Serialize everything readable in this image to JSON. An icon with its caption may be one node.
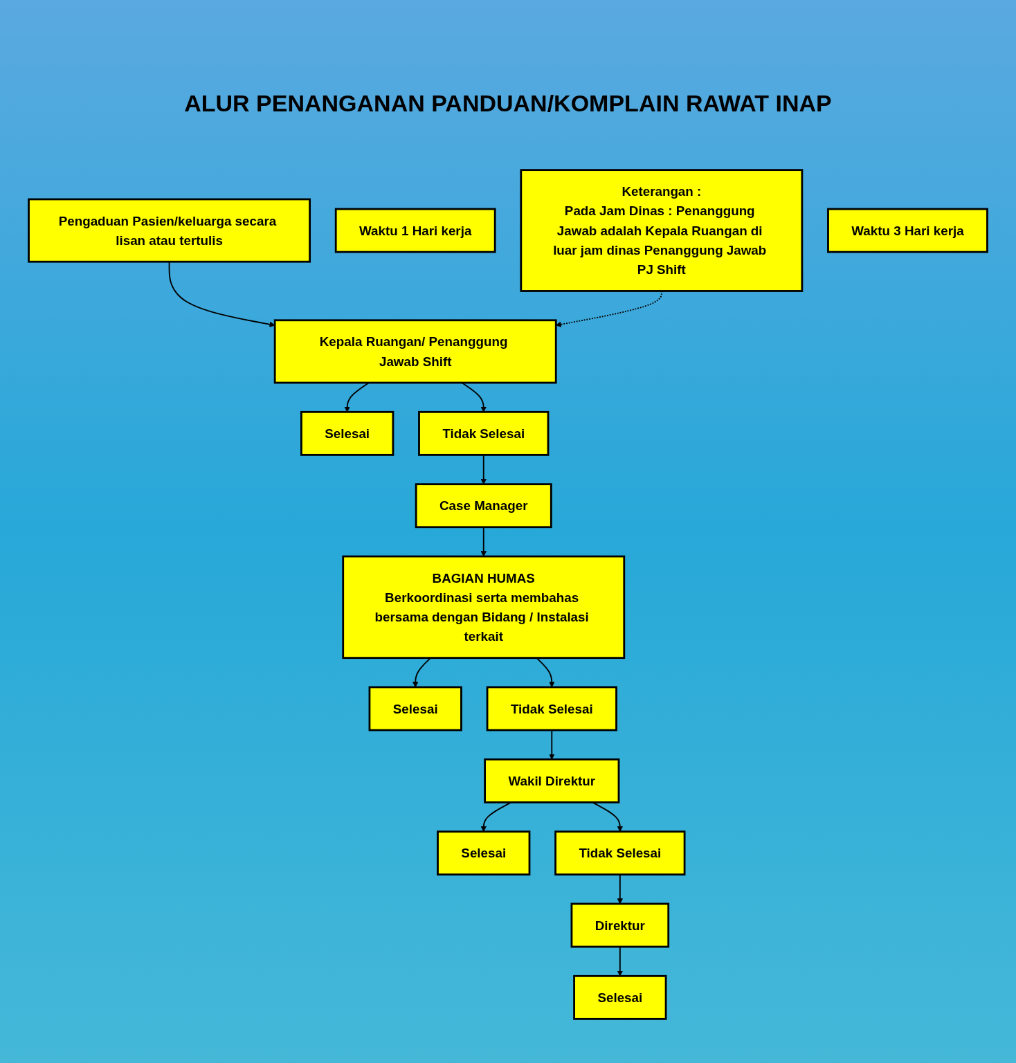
{
  "diagram": {
    "title": "ALUR PENANGANAN PANDUAN/KOMPLAIN RAWAT INAP",
    "nodes": [
      {
        "text": [
          "Pengaduan Pasien/keluarga secara lisan atau tertulis"
        ]
      },
      {
        "text": [
          "Kepala Ruangan/ Penanggung Jawab Shift"
        ]
      },
      {
        "text": [
          "Selesai"
        ]
      },
      {
        "text": [
          "Tidak Selesai"
        ]
      },
      {
        "text": [
          "Waktu 1 Hari kerja"
        ]
      },
      {
        "text": [
          "Keterangan :",
          "Pada Jam Dinas : Penanggung Jawab adalah Kepala Ruangan di luar jam dinas Penanggung Jawab PJ Shift"
        ]
      },
      {
        "text": [
          "Case Manager"
        ]
      },
      {
        "text": [
          "BAGIAN HUMAS",
          "Berkoordinasi serta membahas bersama dengan Bidang / Instalasi terkait"
        ]
      },
      {
        "text": [
          "Selesai"
        ]
      },
      {
        "text": [
          "Tidak Selesai"
        ]
      },
      {
        "text": [
          "Wakil Direktur"
        ]
      },
      {
        "text": [
          "Selesai"
        ]
      },
      {
        "text": [
          "Tidak Selesai"
        ]
      },
      {
        "text": [
          "Waktu 3 Hari kerja"
        ]
      },
      {
        "text": [
          "Direktur"
        ]
      },
      {
        "text": [
          "Selesai"
        ]
      }
    ],
    "edges": [
      {
        "from": 0,
        "to": 1,
        "arrow": "to"
      },
      {
        "from": 1,
        "to": 2,
        "arrow": "to"
      },
      {
        "from": 1,
        "to": 3,
        "arrow": "to"
      },
      {
        "from": 5,
        "to": 1,
        "arrow": "to",
        "style": "dashed"
      },
      {
        "from": 3,
        "to": 6,
        "arrow": "to"
      },
      {
        "from": 6,
        "to": 7,
        "arrow": "to"
      },
      {
        "from": 7,
        "to": 8,
        "arrow": "to"
      },
      {
        "from": 7,
        "to": 9,
        "arrow": "to"
      },
      {
        "from": 9,
        "to": 10,
        "arrow": "to"
      },
      {
        "from": 10,
        "to": 11,
        "arrow": "to"
      },
      {
        "from": 10,
        "to": 12,
        "arrow": "to"
      },
      {
        "from": 12,
        "to": 14,
        "arrow": "to"
      },
      {
        "from": 14,
        "to": 15,
        "arrow": "to"
      }
    ]
  }
}
